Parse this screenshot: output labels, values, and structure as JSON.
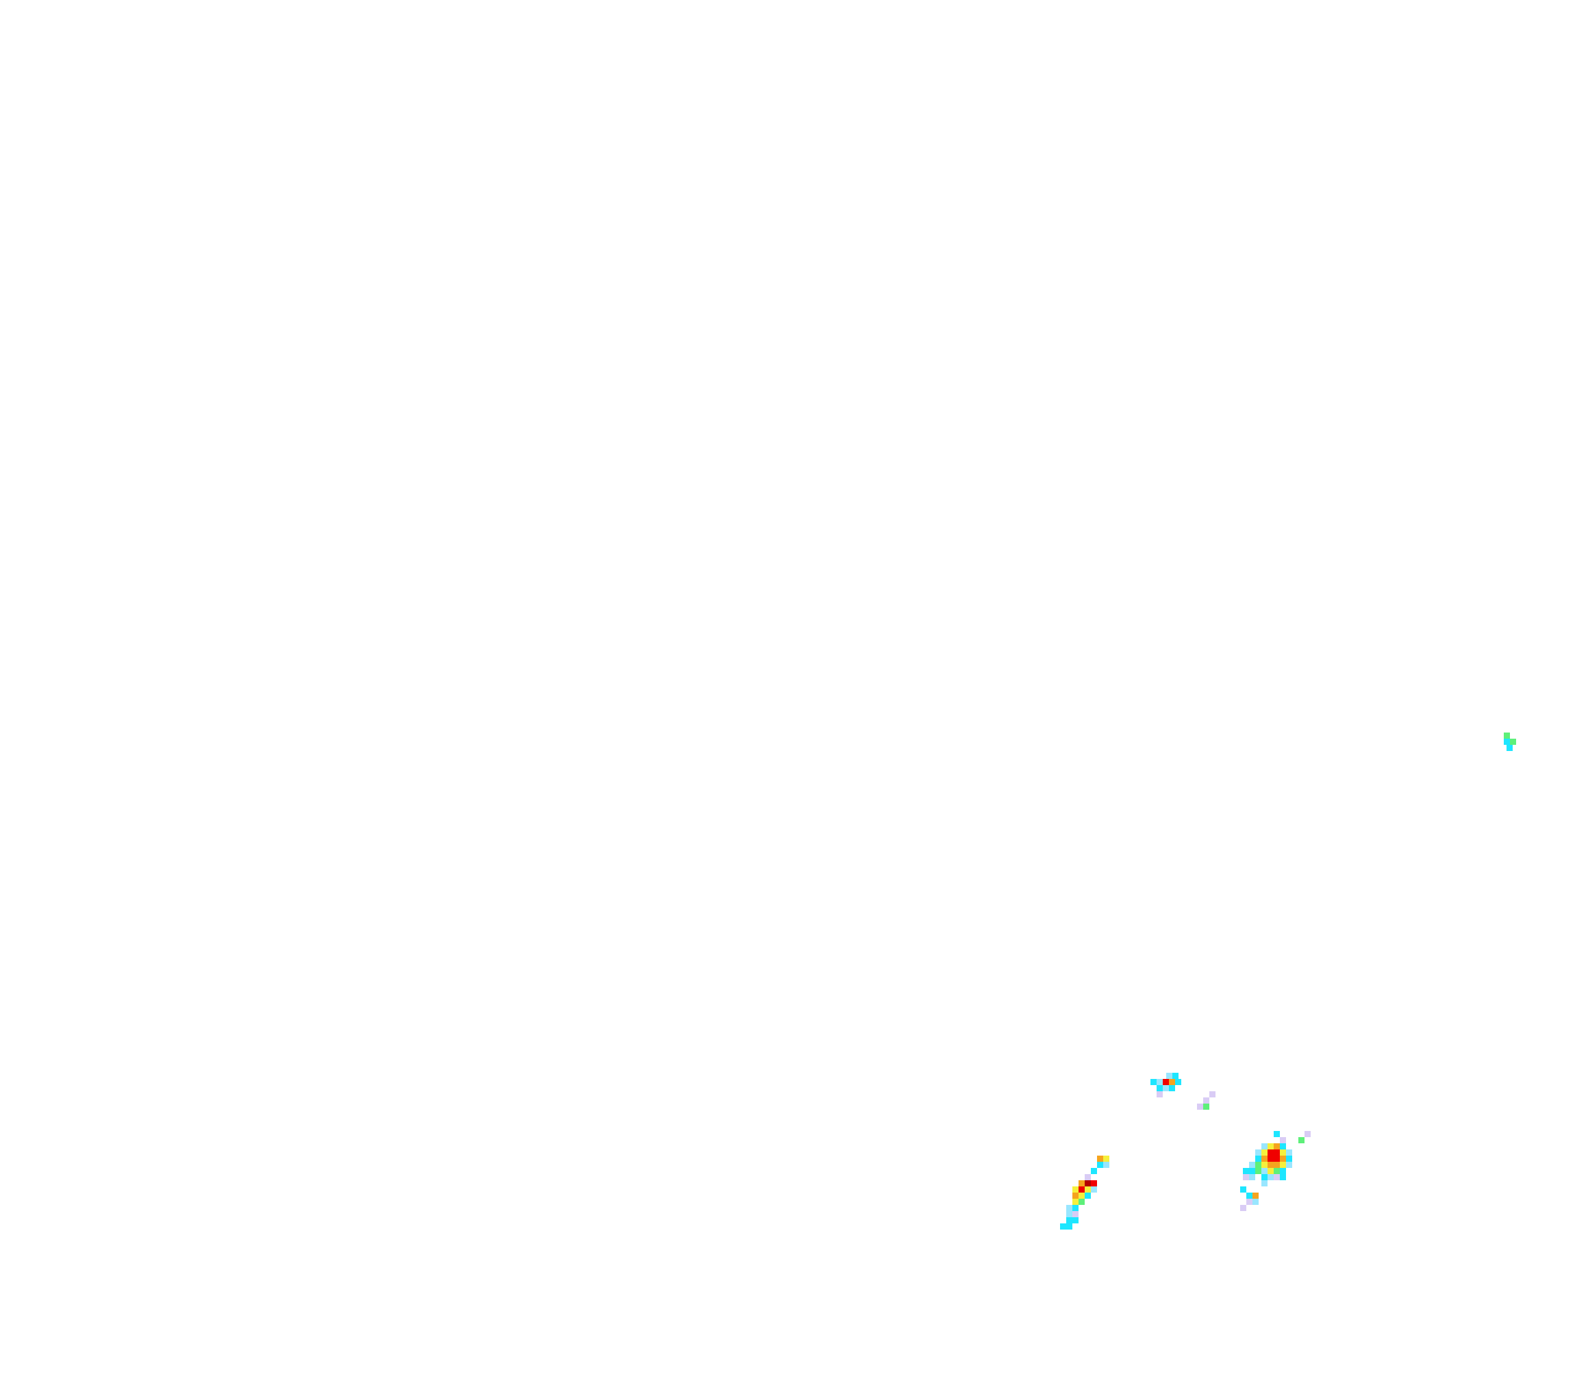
{
  "overlay": {
    "kind": "precipitation-radar-tile",
    "background": "#ffffff",
    "palette": {
      "lavender": "#d9ccf5",
      "light-cyan": "#99e6ff",
      "cyan": "#1ee6ff",
      "green": "#5ef07a",
      "yellow": "#f5f03c",
      "orange": "#f5a41e",
      "red": "#f00000",
      "dark-red": "#b40000"
    },
    "echo_cells": [
      {
        "id": "echo-far-east"
      },
      {
        "id": "echo-north-central"
      },
      {
        "id": "echo-small-central"
      },
      {
        "id": "echo-east-main"
      },
      {
        "id": "echo-southwest-band"
      },
      {
        "id": "echo-south-small"
      }
    ]
  }
}
